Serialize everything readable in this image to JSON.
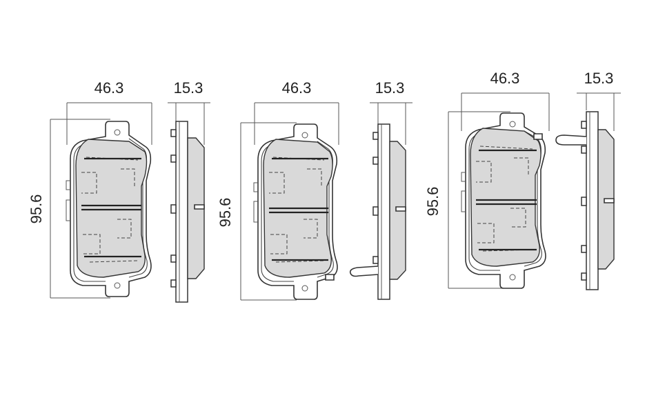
{
  "pads": [
    {
      "width_label": "46.3",
      "thickness_label": "15.3",
      "height_label": "95.6",
      "wear_sensor": "none"
    },
    {
      "width_label": "46.3",
      "thickness_label": "15.3",
      "height_label": "95.6",
      "wear_sensor": "bottom"
    },
    {
      "width_label": "46.3",
      "thickness_label": "15.3",
      "height_label": "95.6",
      "wear_sensor": "top"
    }
  ],
  "colors": {
    "friction_fill": "#d9d9d9",
    "line": "#333333",
    "background": "#ffffff"
  }
}
